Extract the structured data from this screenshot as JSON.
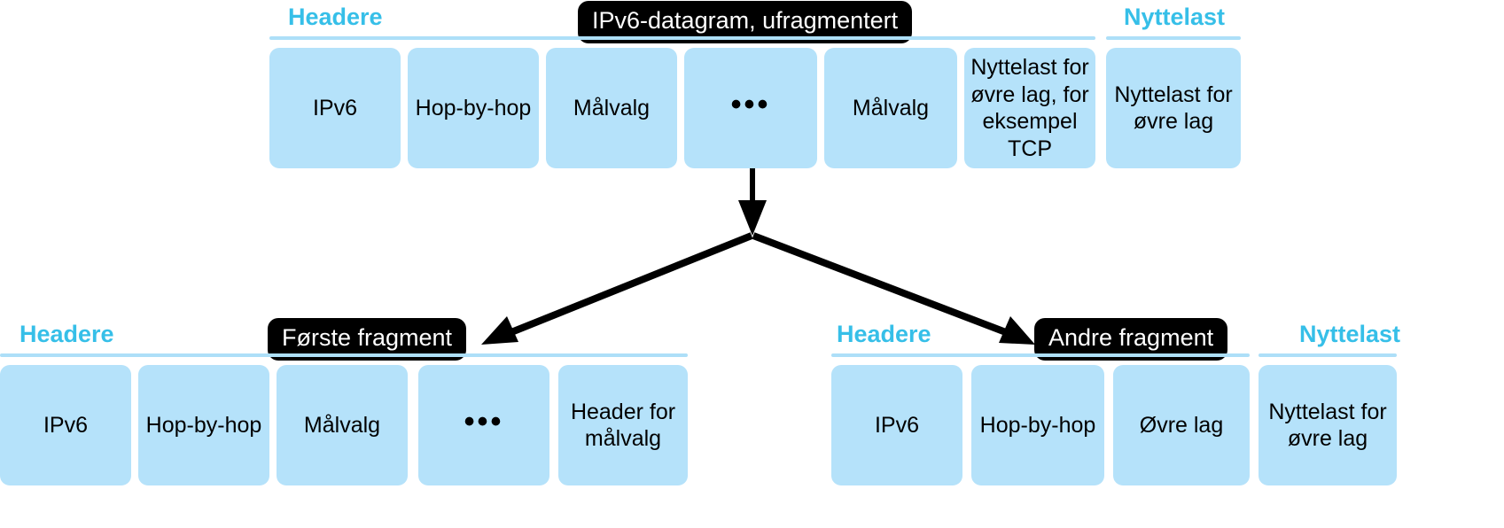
{
  "diagram": {
    "title_chip": "IPv6-datagram, ufragmentert",
    "colors": {
      "box_fill": "#b5e2fa",
      "label_cyan": "#36bfe8",
      "rule": "#addff8",
      "chip_bg": "#000000",
      "chip_text": "#ffffff"
    },
    "top": {
      "headers_label": "Headere",
      "payload_label": "Nyttelast",
      "chip": "IPv6-datagram, ufragmentert",
      "boxes": [
        {
          "text": "IPv6"
        },
        {
          "text": "Hop-by-hop"
        },
        {
          "text": "Målvalg"
        },
        {
          "text": "•••"
        },
        {
          "text": "Målvalg"
        },
        {
          "text": "Nyttelast for øvre lag, for eksempel TCP"
        },
        {
          "text": "Nyttelast for øvre lag"
        }
      ]
    },
    "first_fragment": {
      "headers_label": "Headere",
      "chip": "Første fragment",
      "boxes": [
        {
          "text": "IPv6"
        },
        {
          "text": "Hop-by-hop"
        },
        {
          "text": "Målvalg"
        },
        {
          "text": "•••"
        },
        {
          "text": "Header for målvalg"
        }
      ]
    },
    "second_fragment": {
      "headers_label": "Headere",
      "payload_label": "Nyttelast",
      "chip": "Andre fragment",
      "boxes": [
        {
          "text": "IPv6"
        },
        {
          "text": "Hop-by-hop"
        },
        {
          "text": "Øvre lag"
        },
        {
          "text": "Nyttelast for øvre lag"
        }
      ]
    }
  }
}
